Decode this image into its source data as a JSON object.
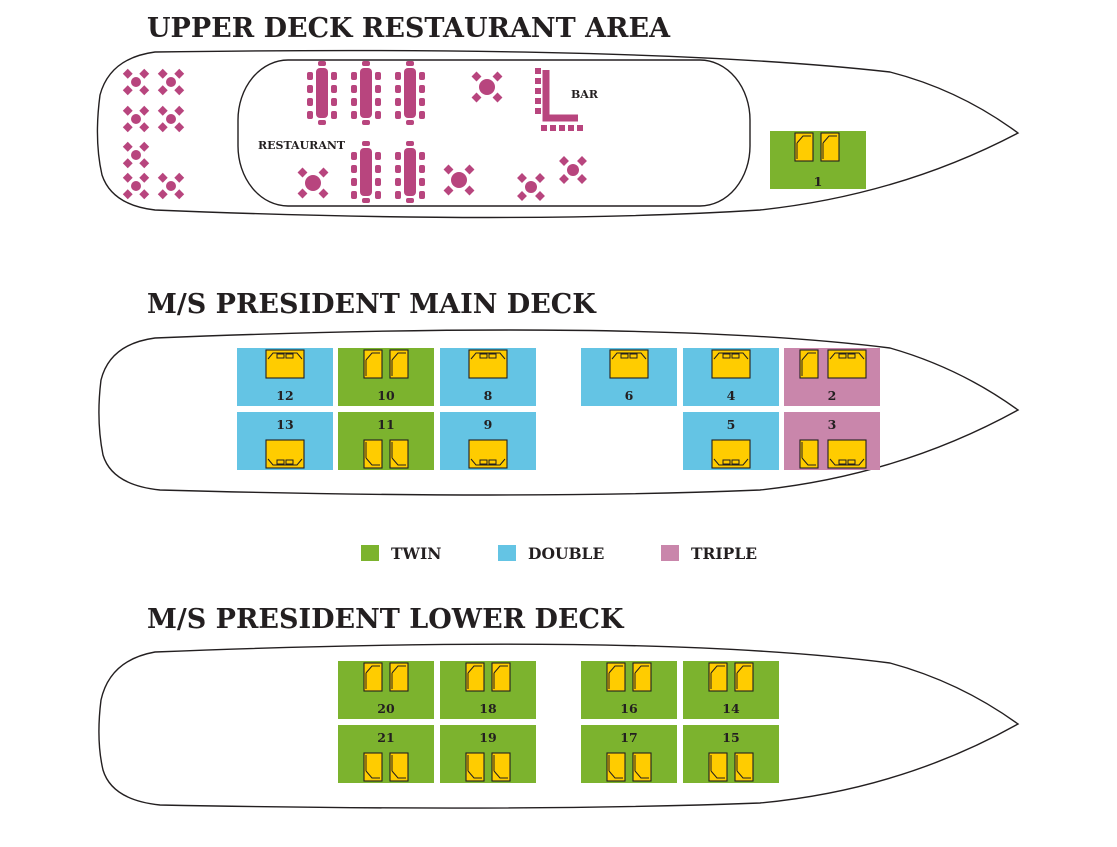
{
  "colors": {
    "twin": "#7cb32e",
    "double": "#64c4e4",
    "triple": "#c986ab",
    "furniture": "#b8457e",
    "bed": "#ffcc00",
    "outline": "#231f20"
  },
  "decks": {
    "upper": {
      "title": "UPPER DECK RESTAURANT AREA",
      "restaurant_label": "RESTAURANT",
      "bar_label": "BAR",
      "cabins": [
        {
          "number": "1",
          "type": "twin"
        }
      ]
    },
    "main": {
      "title": "M/S PRESIDENT MAIN DECK",
      "cabins": [
        {
          "number": "12",
          "type": "double"
        },
        {
          "number": "10",
          "type": "twin"
        },
        {
          "number": "8",
          "type": "double"
        },
        {
          "number": "6",
          "type": "double"
        },
        {
          "number": "4",
          "type": "double"
        },
        {
          "number": "2",
          "type": "triple"
        },
        {
          "number": "13",
          "type": "double"
        },
        {
          "number": "11",
          "type": "twin"
        },
        {
          "number": "9",
          "type": "double"
        },
        {
          "number": "5",
          "type": "double"
        },
        {
          "number": "3",
          "type": "triple"
        }
      ]
    },
    "lower": {
      "title": "M/S PRESIDENT LOWER DECK",
      "cabins": [
        {
          "number": "20",
          "type": "twin"
        },
        {
          "number": "18",
          "type": "twin"
        },
        {
          "number": "16",
          "type": "twin"
        },
        {
          "number": "14",
          "type": "twin"
        },
        {
          "number": "21",
          "type": "twin"
        },
        {
          "number": "19",
          "type": "twin"
        },
        {
          "number": "17",
          "type": "twin"
        },
        {
          "number": "15",
          "type": "twin"
        }
      ]
    }
  },
  "legend": [
    {
      "label": "TWIN",
      "type": "twin"
    },
    {
      "label": "DOUBLE",
      "type": "double"
    },
    {
      "label": "TRIPLE",
      "type": "triple"
    }
  ]
}
